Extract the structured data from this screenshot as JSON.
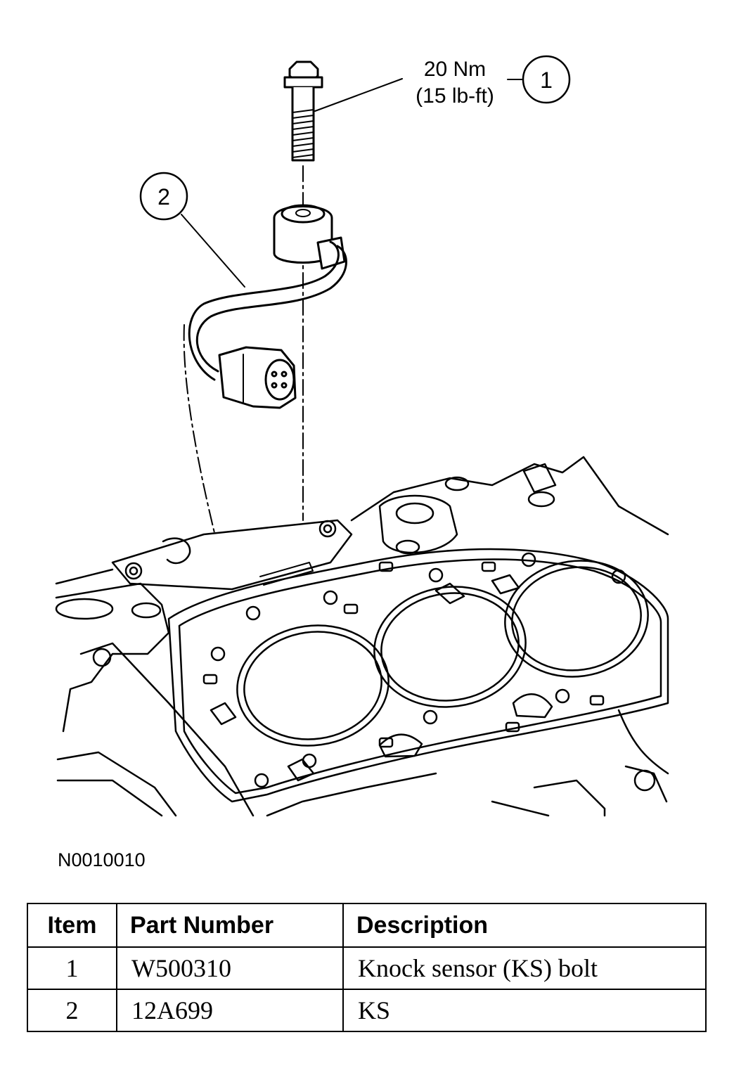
{
  "callouts": {
    "torque_nm": "20 Nm",
    "torque_lbft": "(15 lb-ft)",
    "balloon_1": "1",
    "balloon_2": "2"
  },
  "figure_code": "N0010010",
  "parts_table": {
    "headers": [
      "Item",
      "Part Number",
      "Description"
    ],
    "rows": [
      {
        "item": "1",
        "part_number": "W500310",
        "description": "Knock sensor (KS) bolt"
      },
      {
        "item": "2",
        "part_number": "12A699",
        "description": "KS"
      }
    ]
  }
}
